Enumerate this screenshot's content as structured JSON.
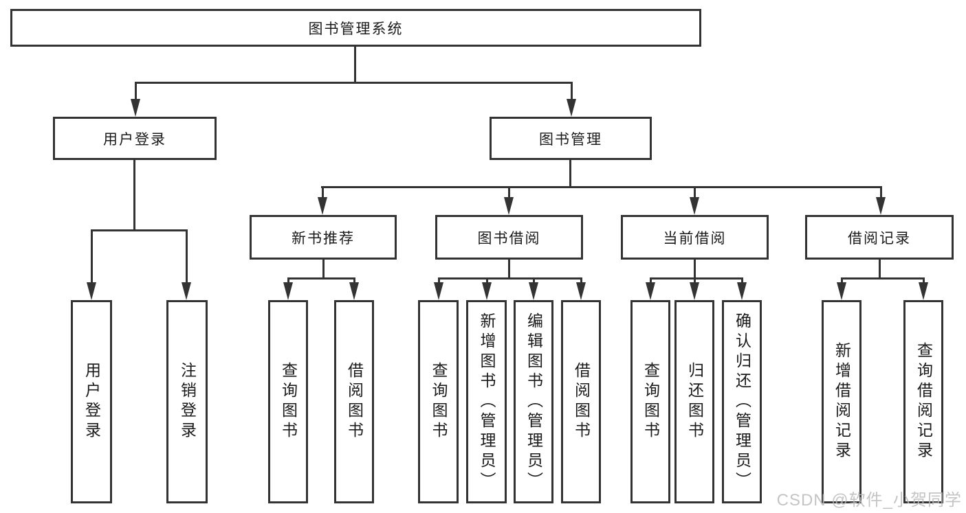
{
  "tree": {
    "label": "图书管理系统",
    "children": [
      {
        "label": "用户登录",
        "children": [
          {
            "label": "用户登录"
          },
          {
            "label": "注销登录"
          }
        ]
      },
      {
        "label": "图书管理",
        "children": [
          {
            "label": "新书推荐",
            "children": [
              {
                "label": "查询图书"
              },
              {
                "label": "借阅图书"
              }
            ]
          },
          {
            "label": "图书借阅",
            "children": [
              {
                "label": "查询图书"
              },
              {
                "label": "新增图书（管理员）"
              },
              {
                "label": "编辑图书（管理员）"
              },
              {
                "label": "借阅图书"
              }
            ]
          },
          {
            "label": "当前借阅",
            "children": [
              {
                "label": "查询图书"
              },
              {
                "label": "归还图书"
              },
              {
                "label": "确认归还（管理员）"
              }
            ]
          },
          {
            "label": "借阅记录",
            "children": [
              {
                "label": "新增借阅记录"
              },
              {
                "label": "查询借阅记录"
              }
            ]
          }
        ]
      }
    ]
  },
  "watermark": {
    "text": "CSDN @软件_小贺同学"
  },
  "colors": {
    "line": "#333333",
    "ink": "#1a1a1a",
    "background": "#ffffff",
    "watermark": "#bababa"
  }
}
